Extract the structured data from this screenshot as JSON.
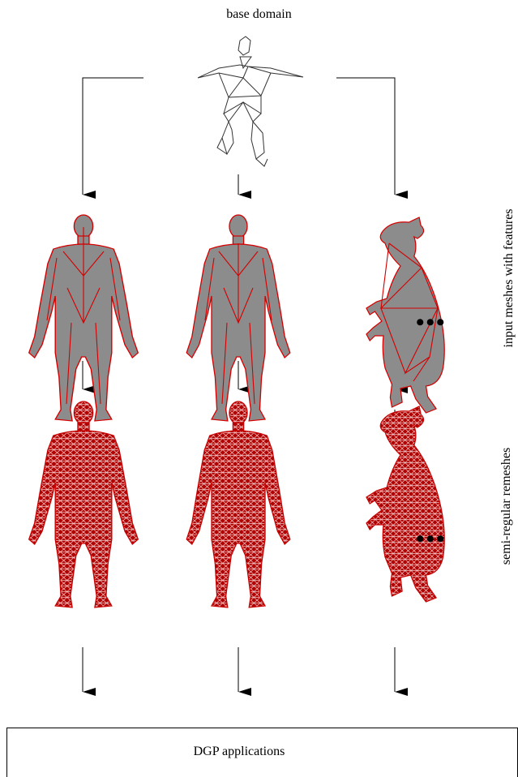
{
  "title": "base domain",
  "row_labels": {
    "features": "input meshes with features",
    "remeshes": "semi-regular remeshes"
  },
  "continuation_marker": "•••",
  "footer": {
    "label": "DGP applications"
  },
  "columns": [
    {
      "subject": "male human figure"
    },
    {
      "subject": "female human figure"
    },
    {
      "subject": "horse"
    }
  ],
  "colors": {
    "mesh_fill": "#8c8c8c",
    "feature_lines": "#d40000",
    "remesh_red": "#c80000",
    "base_wire": "#333333",
    "arrow": "#000000"
  }
}
